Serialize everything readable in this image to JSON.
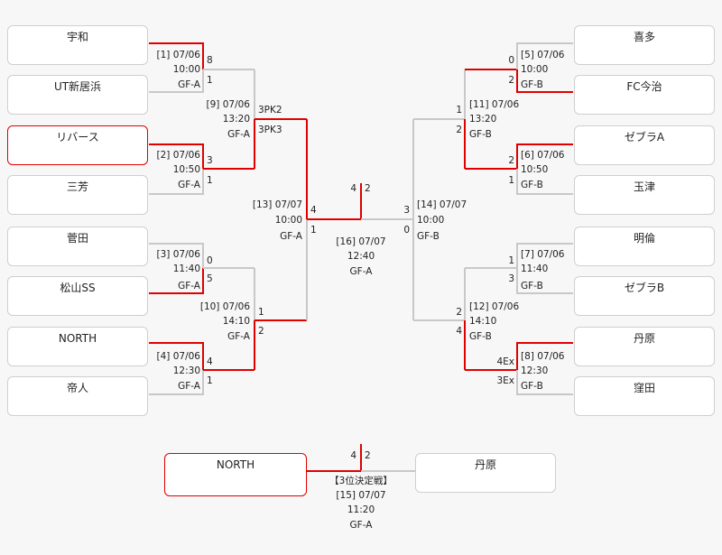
{
  "teams": {
    "L1": "宇和",
    "L2": "UT新居浜",
    "L3": "リバース",
    "L4": "三芳",
    "L5": "菅田",
    "L6": "松山SS",
    "L7": "NORTH",
    "L8": "帝人",
    "R1": "喜多",
    "R2": "FC今治",
    "R3": "ゼブラA",
    "R4": "玉津",
    "R5": "明倫",
    "R6": "ゼブラB",
    "R7": "丹原",
    "R8": "窪田",
    "third_left": "NORTH",
    "third_right": "丹原"
  },
  "matches": {
    "m1": {
      "id": "[1] 07/06",
      "time": "10:00",
      "venue": "GF-A",
      "s1": "8",
      "s2": "1"
    },
    "m2": {
      "id": "[2] 07/06",
      "time": "10:50",
      "venue": "GF-A",
      "s1": "3",
      "s2": "1"
    },
    "m3": {
      "id": "[3] 07/06",
      "time": "11:40",
      "venue": "GF-A",
      "s1": "0",
      "s2": "5"
    },
    "m4": {
      "id": "[4] 07/06",
      "time": "12:30",
      "venue": "GF-A",
      "s1": "4",
      "s2": "1"
    },
    "m5": {
      "id": "[5] 07/06",
      "time": "10:00",
      "venue": "GF-B",
      "s1": "0",
      "s2": "2"
    },
    "m6": {
      "id": "[6] 07/06",
      "time": "10:50",
      "venue": "GF-B",
      "s1": "2",
      "s2": "1"
    },
    "m7": {
      "id": "[7] 07/06",
      "time": "11:40",
      "venue": "GF-B",
      "s1": "1",
      "s2": "3"
    },
    "m8": {
      "id": "[8] 07/06",
      "time": "12:30",
      "venue": "GF-B",
      "s1": "4Ex",
      "s2": "3Ex"
    },
    "m9": {
      "id": "[9] 07/06",
      "time": "13:20",
      "venue": "GF-A",
      "s1": "3PK2",
      "s2": "3PK3"
    },
    "m10": {
      "id": "[10] 07/06",
      "time": "14:10",
      "venue": "GF-A",
      "s1": "1",
      "s2": "2"
    },
    "m11": {
      "id": "[11] 07/06",
      "time": "13:20",
      "venue": "GF-B",
      "s1": "1",
      "s2": "2"
    },
    "m12": {
      "id": "[12] 07/06",
      "time": "14:10",
      "venue": "GF-B",
      "s1": "2",
      "s2": "4"
    },
    "m13": {
      "id": "[13] 07/07",
      "time": "10:00",
      "venue": "GF-A",
      "s1": "4",
      "s2": "1"
    },
    "m14": {
      "id": "[14] 07/07",
      "time": "10:00",
      "venue": "GF-B",
      "s1": "3",
      "s2": "0"
    },
    "m16": {
      "id": "[16] 07/07",
      "time": "12:40",
      "venue": "GF-A",
      "s1": "4",
      "s2": "2"
    },
    "m15": {
      "title": "【3位決定戦】",
      "id": "[15] 07/07",
      "time": "11:20",
      "venue": "GF-A",
      "s1": "4",
      "s2": "2"
    }
  },
  "colors": {
    "win": "#e00000",
    "lose": "#c8c8c8",
    "text": "#222222"
  }
}
